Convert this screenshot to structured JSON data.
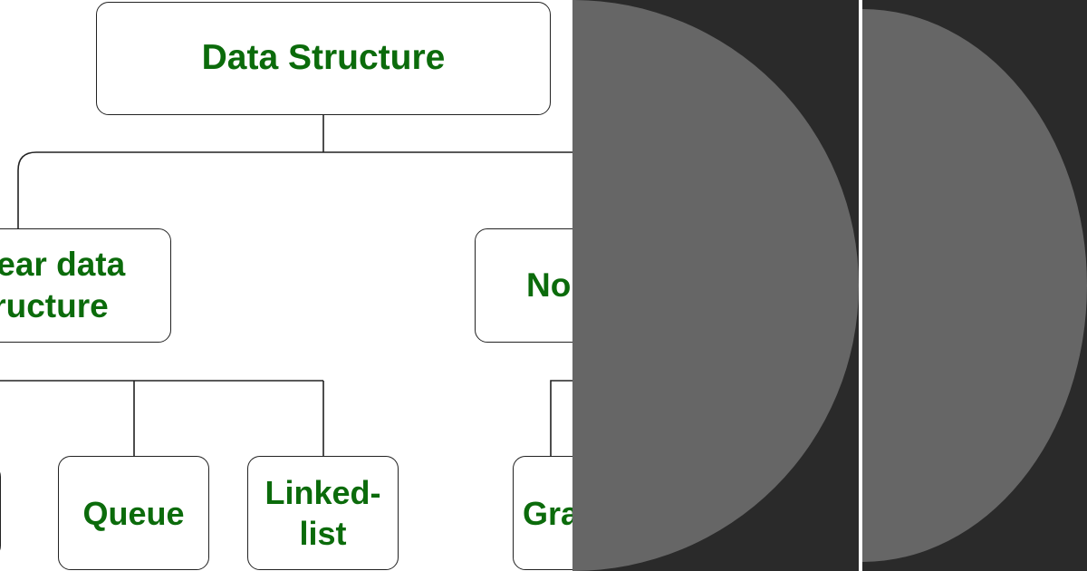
{
  "diagram": {
    "root": {
      "label": "Data Structure"
    },
    "linear": {
      "line1": "Linear data",
      "line2": "structure"
    },
    "nonlinear": {
      "label": "Non"
    },
    "leaves": {
      "stack": {
        "label": ""
      },
      "queue": {
        "label": "Queue"
      },
      "linked_list": {
        "line1": "Linked-",
        "line2": "list"
      },
      "graph": {
        "label": "Graph"
      }
    }
  },
  "colors": {
    "node_text": "#0b6b0b",
    "overlay_bg": "#2a2a2a",
    "half_disc": "#666666",
    "lines": "#222222"
  }
}
